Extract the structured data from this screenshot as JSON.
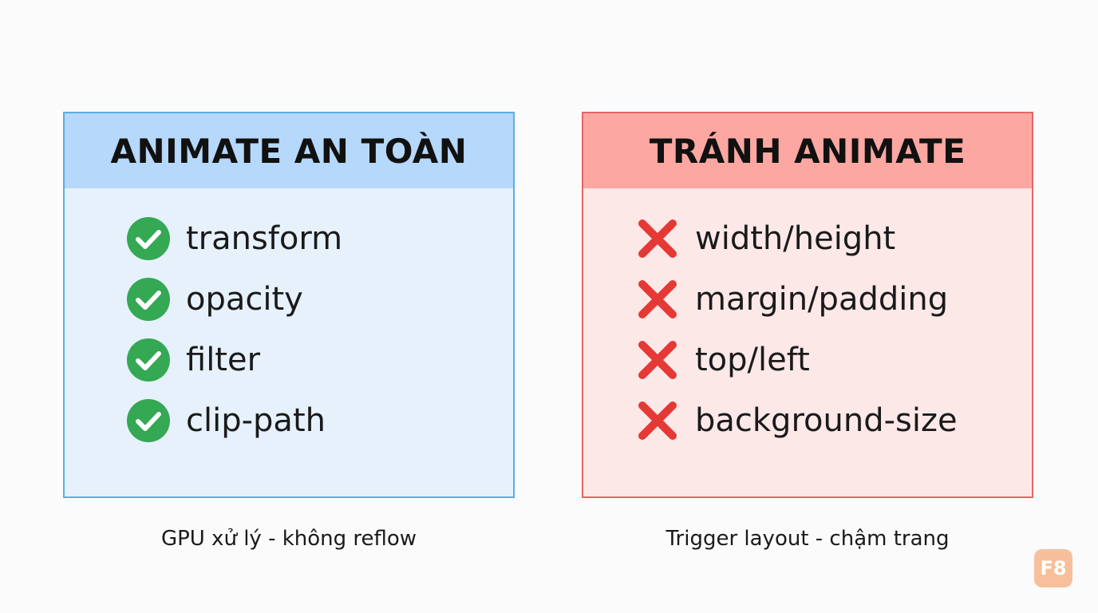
{
  "safe_panel": {
    "title": "ANIMATE AN TOÀN",
    "items": [
      {
        "label": "transform",
        "icon": "check-icon"
      },
      {
        "label": "opacity",
        "icon": "check-icon"
      },
      {
        "label": "filter",
        "icon": "check-icon"
      },
      {
        "label": "clip-path",
        "icon": "check-icon"
      }
    ],
    "caption": "GPU xử lý - không reflow",
    "colors": {
      "border": "#5aaee3",
      "header": "#b5d8fb",
      "body": "#e6f1fc",
      "icon": "#34a853"
    }
  },
  "avoid_panel": {
    "title": "TRÁNH ANIMATE",
    "items": [
      {
        "label": "width/height",
        "icon": "cross-icon"
      },
      {
        "label": "margin/padding",
        "icon": "cross-icon"
      },
      {
        "label": "top/left",
        "icon": "cross-icon"
      },
      {
        "label": "background-size",
        "icon": "cross-icon"
      }
    ],
    "caption": "Trigger layout - chậm trang",
    "colors": {
      "border": "#e56565",
      "header": "#fca7a2",
      "body": "#fde8e8",
      "icon": "#e53935"
    }
  },
  "logo": {
    "text": "F8",
    "color": "#f7c09a"
  }
}
